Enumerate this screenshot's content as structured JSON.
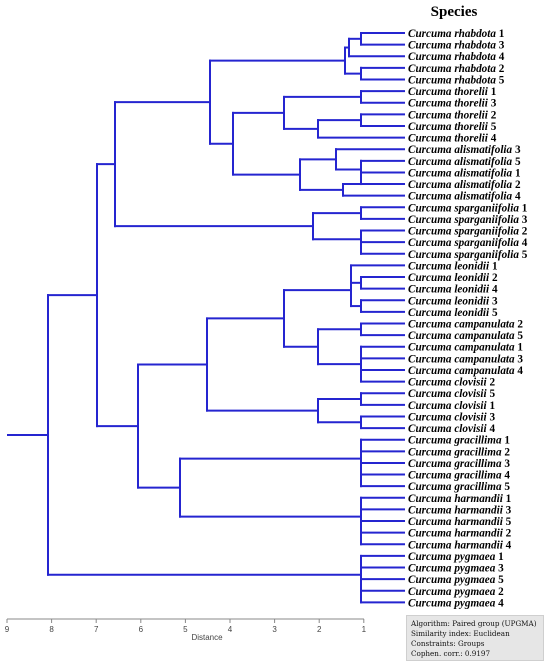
{
  "title": "Species",
  "axis": {
    "label": "Distance",
    "ticks": [
      "9",
      "8",
      "7",
      "6",
      "5",
      "4",
      "3",
      "2",
      "1"
    ]
  },
  "info": {
    "algorithm": "Algorithm: Paired group (UPGMA)",
    "similarity": "Similarity index: Euclidean",
    "constraints": "Constraints: Groups",
    "cophen": "Cophen. corr.: 0.9197"
  },
  "leaves": [
    {
      "genus": "Curcuma",
      "epithet": "rhabdota",
      "num": "1"
    },
    {
      "genus": "Curcuma",
      "epithet": "rhabdota",
      "num": "3"
    },
    {
      "genus": "Curcuma",
      "epithet": "rhabdota",
      "num": "4"
    },
    {
      "genus": "Curcuma",
      "epithet": "rhabdota",
      "num": "2"
    },
    {
      "genus": "Curcuma",
      "epithet": "rhabdota",
      "num": "5"
    },
    {
      "genus": "Curcuma",
      "epithet": "thorelii",
      "num": "1"
    },
    {
      "genus": "Curcuma",
      "epithet": "thorelii",
      "num": "3"
    },
    {
      "genus": "Curcuma",
      "epithet": "thorelii",
      "num": "2"
    },
    {
      "genus": "Curcuma",
      "epithet": "thorelii",
      "num": "5"
    },
    {
      "genus": "Curcuma",
      "epithet": "thorelii",
      "num": "4"
    },
    {
      "genus": "Curcuma",
      "epithet": "alismatifolia",
      "num": "3"
    },
    {
      "genus": "Curcuma",
      "epithet": "alismatifolia",
      "num": "5"
    },
    {
      "genus": "Curcuma",
      "epithet": "alismatifolia",
      "num": "1"
    },
    {
      "genus": "Curcuma",
      "epithet": "alismatifolia",
      "num": "2"
    },
    {
      "genus": "Curcuma",
      "epithet": "alismatifolia",
      "num": "4"
    },
    {
      "genus": "Curcuma",
      "epithet": "sparganiifolia",
      "num": "1"
    },
    {
      "genus": "Curcuma",
      "epithet": "sparganiifolia",
      "num": "3"
    },
    {
      "genus": "Curcuma",
      "epithet": "sparganiifolia",
      "num": "2"
    },
    {
      "genus": "Curcuma",
      "epithet": "sparganiifolia",
      "num": "4"
    },
    {
      "genus": "Curcuma",
      "epithet": "sparganiifolia",
      "num": "5"
    },
    {
      "genus": "Curcuma",
      "epithet": "leonidii",
      "num": "1"
    },
    {
      "genus": "Curcuma",
      "epithet": "leonidii",
      "num": "2"
    },
    {
      "genus": "Curcuma",
      "epithet": "leonidii",
      "num": "4"
    },
    {
      "genus": "Curcuma",
      "epithet": "leonidii",
      "num": "3"
    },
    {
      "genus": "Curcuma",
      "epithet": "leonidii",
      "num": "5"
    },
    {
      "genus": "Curcuma",
      "epithet": "campanulata",
      "num": "2"
    },
    {
      "genus": "Curcuma",
      "epithet": "campanulata",
      "num": "5"
    },
    {
      "genus": "Curcuma",
      "epithet": "campanulata",
      "num": "1"
    },
    {
      "genus": "Curcuma",
      "epithet": "campanulata",
      "num": "3"
    },
    {
      "genus": "Curcuma",
      "epithet": "campanulata",
      "num": "4"
    },
    {
      "genus": "Curcuma",
      "epithet": "clovisii",
      "num": "2"
    },
    {
      "genus": "Curcuma",
      "epithet": "clovisii",
      "num": "5"
    },
    {
      "genus": "Curcuma",
      "epithet": "clovisii",
      "num": "1"
    },
    {
      "genus": "Curcuma",
      "epithet": "clovisii",
      "num": "3"
    },
    {
      "genus": "Curcuma",
      "epithet": "clovisii",
      "num": "4"
    },
    {
      "genus": "Curcuma",
      "epithet": "gracillima",
      "num": "1"
    },
    {
      "genus": "Curcuma",
      "epithet": "gracillima",
      "num": "2"
    },
    {
      "genus": "Curcuma",
      "epithet": "gracillima",
      "num": "3"
    },
    {
      "genus": "Curcuma",
      "epithet": "gracillima",
      "num": "4"
    },
    {
      "genus": "Curcuma",
      "epithet": "gracillima",
      "num": "5"
    },
    {
      "genus": "Curcuma",
      "epithet": "harmandii",
      "num": "1"
    },
    {
      "genus": "Curcuma",
      "epithet": "harmandii",
      "num": "3"
    },
    {
      "genus": "Curcuma",
      "epithet": "harmandii",
      "num": "5"
    },
    {
      "genus": "Curcuma",
      "epithet": "harmandii",
      "num": "2"
    },
    {
      "genus": "Curcuma",
      "epithet": "harmandii",
      "num": "4"
    },
    {
      "genus": "Curcuma",
      "epithet": "pygmaea",
      "num": "1"
    },
    {
      "genus": "Curcuma",
      "epithet": "pygmaea",
      "num": "3"
    },
    {
      "genus": "Curcuma",
      "epithet": "pygmaea",
      "num": "5"
    },
    {
      "genus": "Curcuma",
      "epithet": "pygmaea",
      "num": "2"
    },
    {
      "genus": "Curcuma",
      "epithet": "pygmaea",
      "num": "4"
    }
  ],
  "colors": {
    "dendrogram": "#2525d0",
    "axis": "#888888",
    "info_background": "#e6e6e6"
  }
}
